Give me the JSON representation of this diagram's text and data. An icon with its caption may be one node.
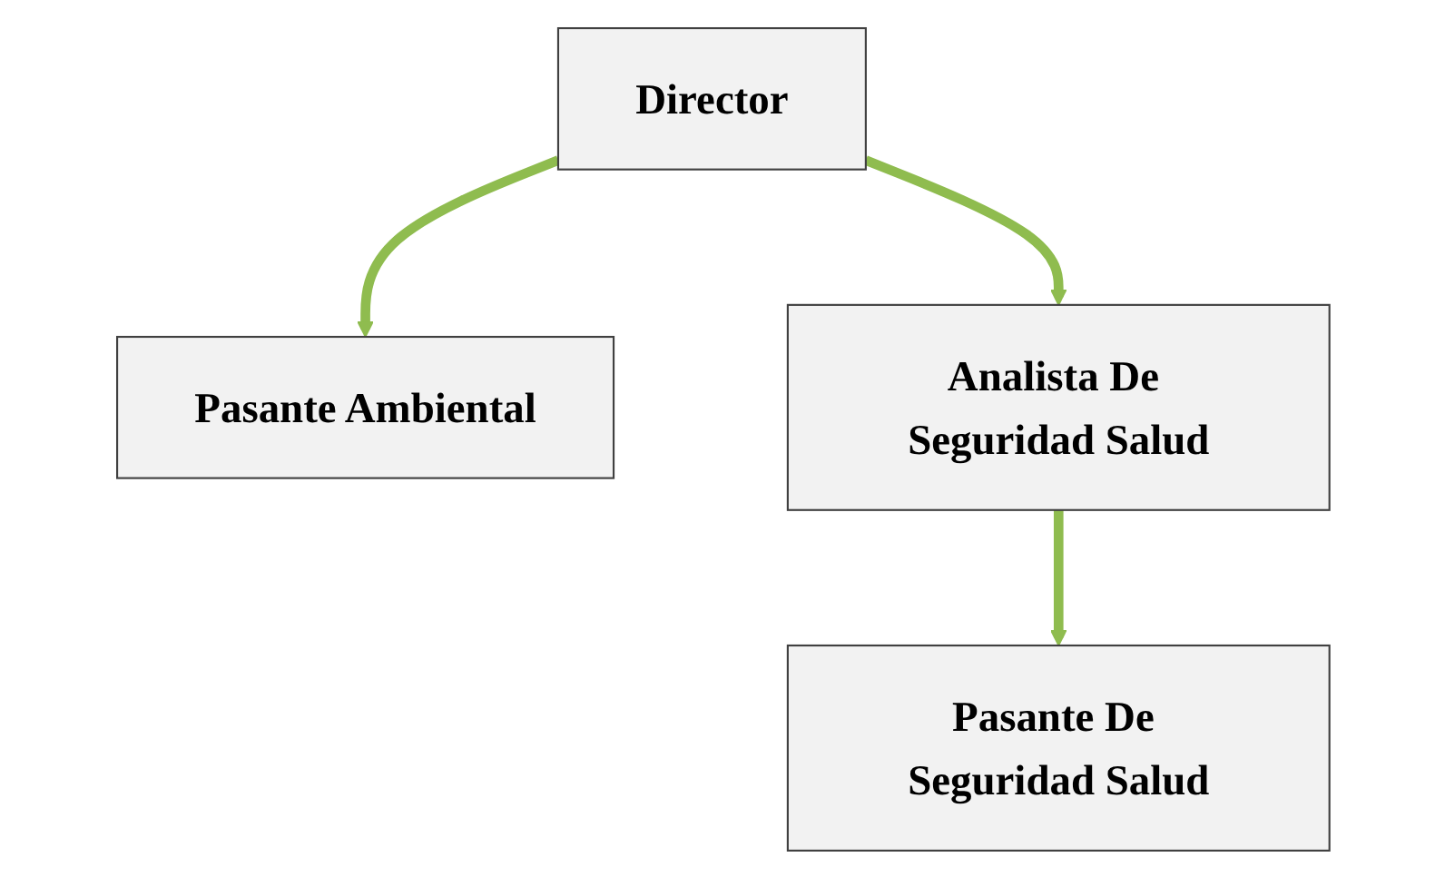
{
  "diagram": {
    "nodes": [
      {
        "text": [
          "Director"
        ]
      },
      {
        "text": [
          "Pasante Ambiental"
        ]
      },
      {
        "text": [
          "Analista De Seguridad Salud"
        ]
      },
      {
        "text": [
          "Pasante De Seguridad Salud"
        ]
      }
    ],
    "edges": [
      {
        "from": 0,
        "to": 1,
        "arrow": "to"
      },
      {
        "from": 0,
        "to": 2,
        "arrow": "to"
      },
      {
        "from": 2,
        "to": 3,
        "arrow": "to"
      }
    ]
  }
}
